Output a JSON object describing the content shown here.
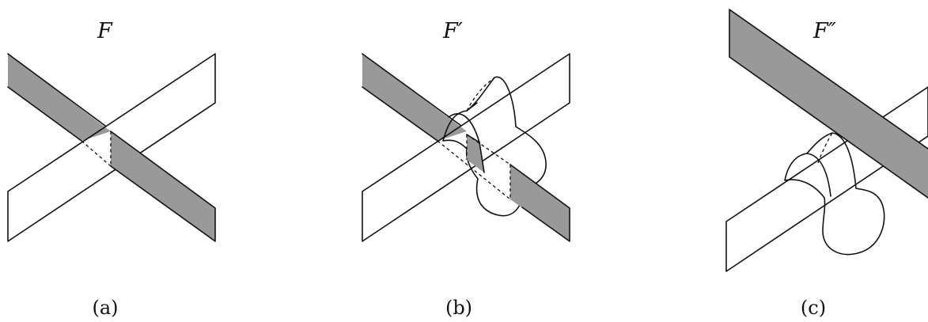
{
  "panels": [
    {
      "id": "a",
      "surface_label": "F",
      "caption": "(a)"
    },
    {
      "id": "b",
      "surface_label": "F′",
      "caption": "(b)"
    },
    {
      "id": "c",
      "surface_label": "F″",
      "caption": "(c)"
    }
  ],
  "colors": {
    "light_band": "#e6e6e6",
    "dark_band": "#999999",
    "outline": "#111111"
  }
}
